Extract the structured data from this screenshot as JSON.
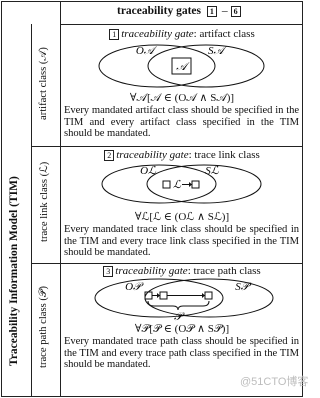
{
  "table": {
    "header": {
      "title": "traceability gates",
      "range_start": "1",
      "range_dash": "–",
      "range_end": "6"
    },
    "row_group_label": "Traceability Information Model (TIM)",
    "rows": [
      {
        "row_label": "artifact class (𝒜)",
        "gate_number": "1",
        "gate_title_em": "traceability gate",
        "gate_title_rest": ": artifact class",
        "diagram": {
          "left_set": "O𝒜",
          "right_set": "S𝒜",
          "element": "𝒜"
        },
        "formula": "∀𝒜[𝒜 ∈ (O𝒜 ∧ S𝒜)]",
        "description": "Every mandated artifact class should be specified in the TIM and every artifact class specified in the TIM should be mandated."
      },
      {
        "row_label": "trace link class (ℒ)",
        "gate_number": "2",
        "gate_title_em": "traceability gate",
        "gate_title_rest": ": trace link class",
        "diagram": {
          "left_set": "Oℒ",
          "right_set": "Sℒ",
          "element": "ℒ"
        },
        "formula": "∀ℒ[ℒ ∈ (Oℒ ∧ Sℒ)]",
        "description": "Every mandated trace link class should be specified in the TIM and every trace link class specified in the TIM should be mandated."
      },
      {
        "row_label": "trace path class (𝒫)",
        "gate_number": "3",
        "gate_title_em": "traceability gate",
        "gate_title_rest": ": trace path class",
        "diagram": {
          "left_set": "O𝒫",
          "right_set": "S𝒫",
          "element": "𝒫"
        },
        "formula": "∀𝒫[𝒫 ∈ (O𝒫 ∧ S𝒫)]",
        "description": "Every mandated trace path class should be specified in the TIM and every trace path class specified in the TIM should be mandated."
      }
    ]
  },
  "watermark": "@51CTO博客"
}
